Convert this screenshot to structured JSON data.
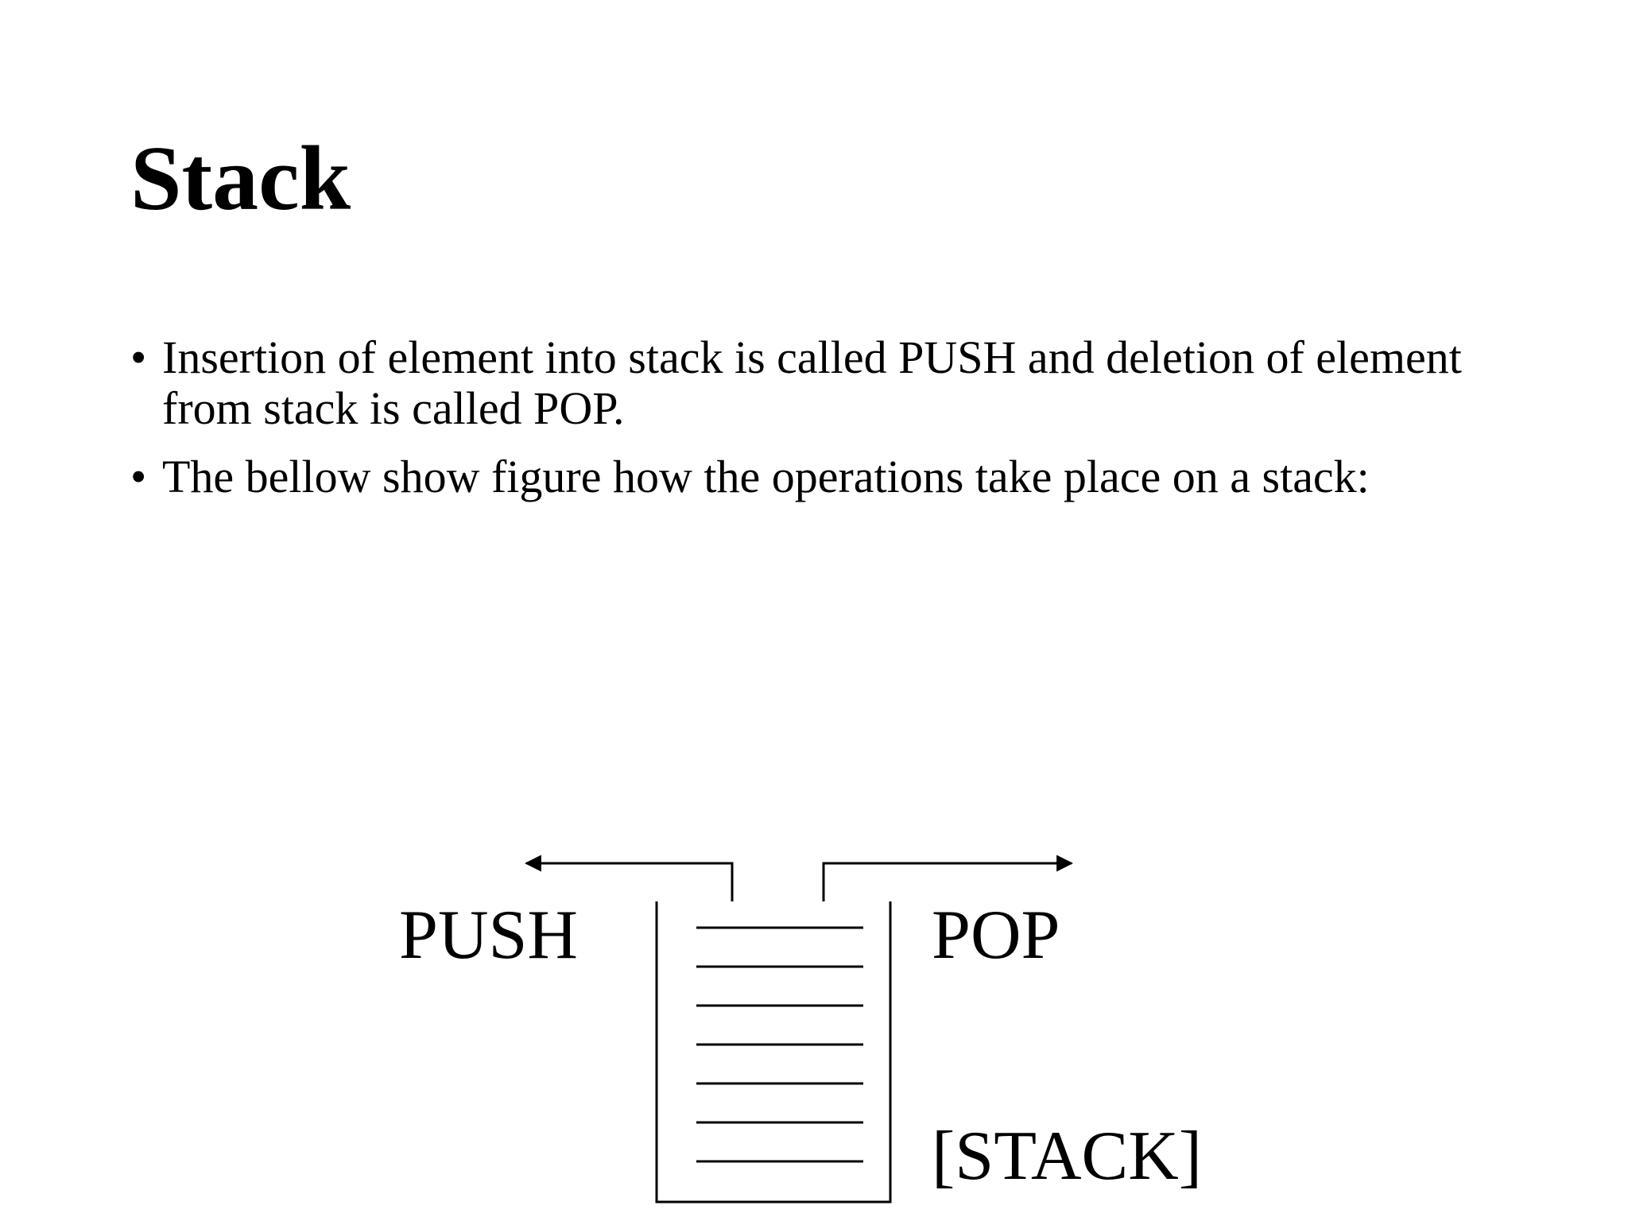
{
  "slide": {
    "title": "Stack",
    "bullets": [
      {
        "marker": "•",
        "text": "Insertion of element into stack is called PUSH and deletion of element from stack is called POP."
      },
      {
        "marker": "•",
        "text": "The bellow show figure how the operations take place on a stack:"
      }
    ]
  },
  "diagram": {
    "push_label": "PUSH",
    "pop_label": "POP",
    "stack_label": "[STACK]",
    "slot_count": 7,
    "line_color": "#000000"
  }
}
